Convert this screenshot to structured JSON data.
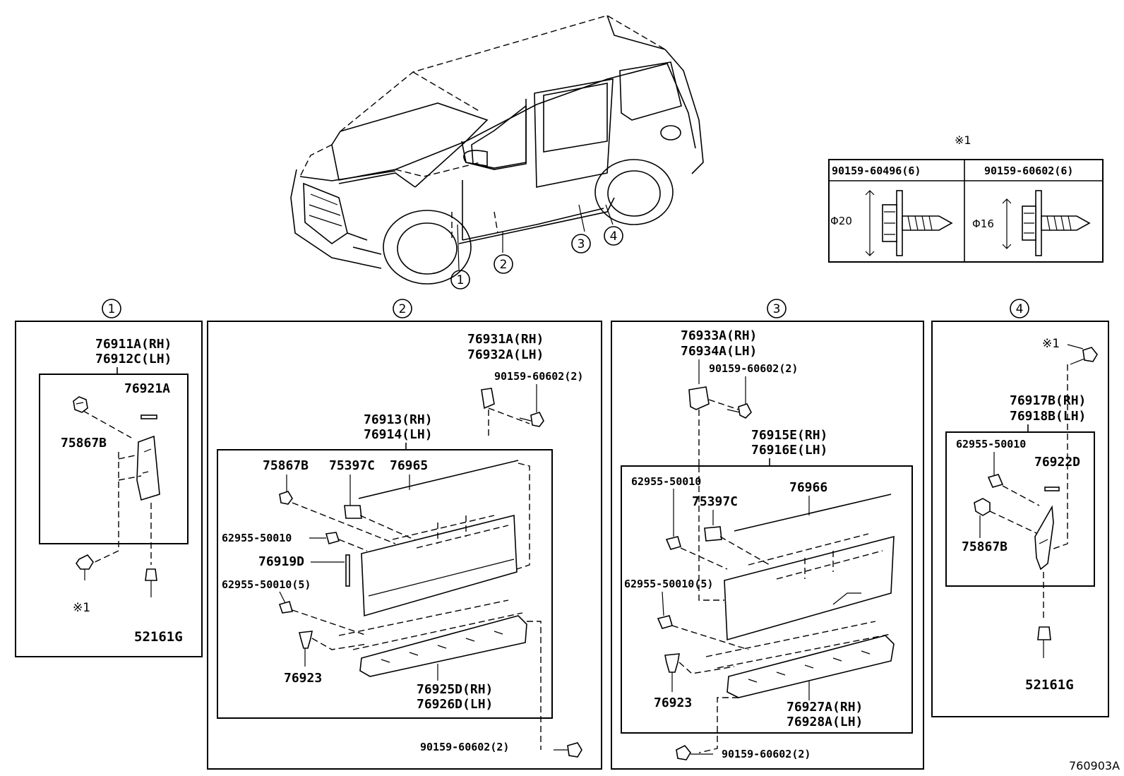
{
  "diagram_id": "760903A",
  "car_callouts": [
    "1",
    "2",
    "3",
    "4"
  ],
  "screw_table": {
    "note": "※1",
    "columns": [
      {
        "part": "90159-60496(6)",
        "dim": "Φ20"
      },
      {
        "part": "90159-60602(6)",
        "dim": "Φ16"
      }
    ]
  },
  "sections": [
    {
      "number": "1",
      "parts": {
        "assembly_rh": "76911A(RH)",
        "assembly_lh": "76912C(LH)",
        "tape": "76921A",
        "clip": "75867B",
        "screw_note": "※1",
        "fastener": "52161G"
      }
    },
    {
      "number": "2",
      "parts": {
        "bracket_rh": "76931A(RH)",
        "bracket_lh": "76932A(LH)",
        "bracket_screw": "90159-60602(2)",
        "assembly_rh": "76913(RH)",
        "assembly_lh": "76914(LH)",
        "clip": "75867B",
        "retainer": "75397C",
        "moulding": "76965",
        "clip_a": "62955-50010",
        "tape": "76919D",
        "clip_b": "62955-50010(5)",
        "clip_c": "76923",
        "bracket2_rh": "76925D(RH)",
        "bracket2_lh": "76926D(LH)",
        "bottom_screw": "90159-60602(2)"
      }
    },
    {
      "number": "3",
      "parts": {
        "bracket_rh": "76933A(RH)",
        "bracket_lh": "76934A(LH)",
        "bracket_screw": "90159-60602(2)",
        "assembly_rh": "76915E(RH)",
        "assembly_lh": "76916E(LH)",
        "clip_a": "62955-50010",
        "moulding": "76966",
        "retainer": "75397C",
        "clip_b": "62955-50010(5)",
        "clip_c": "76923",
        "bracket2_rh": "76927A(RH)",
        "bracket2_lh": "76928A(LH)",
        "bottom_screw": "90159-60602(2)"
      }
    },
    {
      "number": "4",
      "parts": {
        "screw_note": "※1",
        "assembly_rh": "76917B(RH)",
        "assembly_lh": "76918B(LH)",
        "clip_a": "62955-50010",
        "tape": "76922D",
        "clip": "75867B",
        "fastener": "52161G"
      }
    }
  ]
}
